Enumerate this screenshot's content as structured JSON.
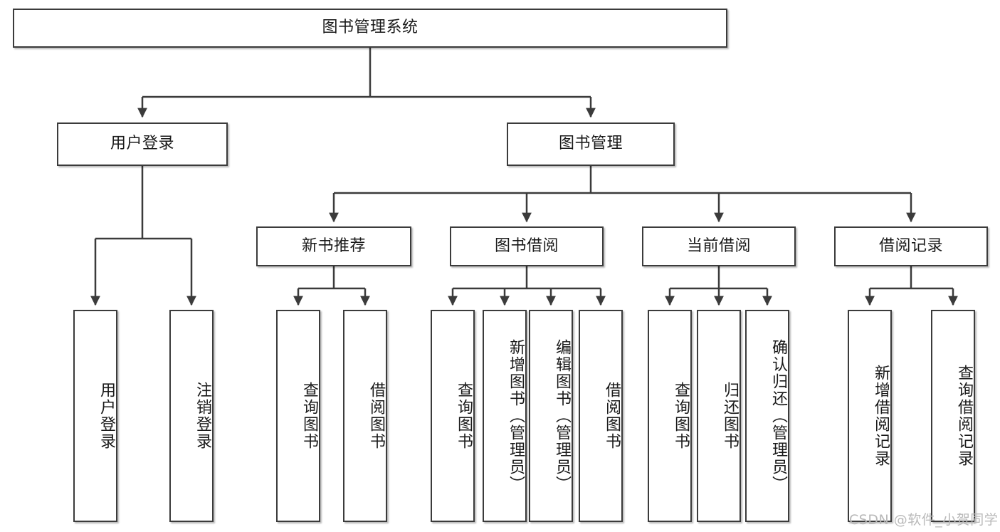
{
  "diagram": {
    "title": "图书管理系统",
    "type": "tree-hierarchy",
    "background": "#ffffff",
    "stroke_color": "#3b3b3b",
    "text_color": "#1a1a1a"
  },
  "root": {
    "label": "图书管理系统"
  },
  "level1": [
    {
      "label": "用户登录"
    },
    {
      "label": "图书管理"
    }
  ],
  "level2": [
    {
      "label": "新书推荐"
    },
    {
      "label": "图书借阅"
    },
    {
      "label": "当前借阅"
    },
    {
      "label": "借阅记录"
    }
  ],
  "leaves": {
    "user_login": [
      {
        "label": "用户登录"
      },
      {
        "label": "注销登录"
      }
    ],
    "new_book_recommend": [
      {
        "label": "查询图书"
      },
      {
        "label": "借阅图书"
      }
    ],
    "book_borrow": [
      {
        "label": "查询图书"
      },
      {
        "label": "新增图书（管理员）"
      },
      {
        "label": "编辑图书（管理员）"
      },
      {
        "label": "借阅图书"
      }
    ],
    "current_borrow": [
      {
        "label": "查询图书"
      },
      {
        "label": "归还图书"
      },
      {
        "label": "确认归还（管理员）"
      }
    ],
    "borrow_record": [
      {
        "label": "新增借阅记录"
      },
      {
        "label": "查询借阅记录"
      }
    ]
  },
  "watermark": {
    "text": "CSDN @软件_小贺同学",
    "color": "#b9b9b9"
  }
}
